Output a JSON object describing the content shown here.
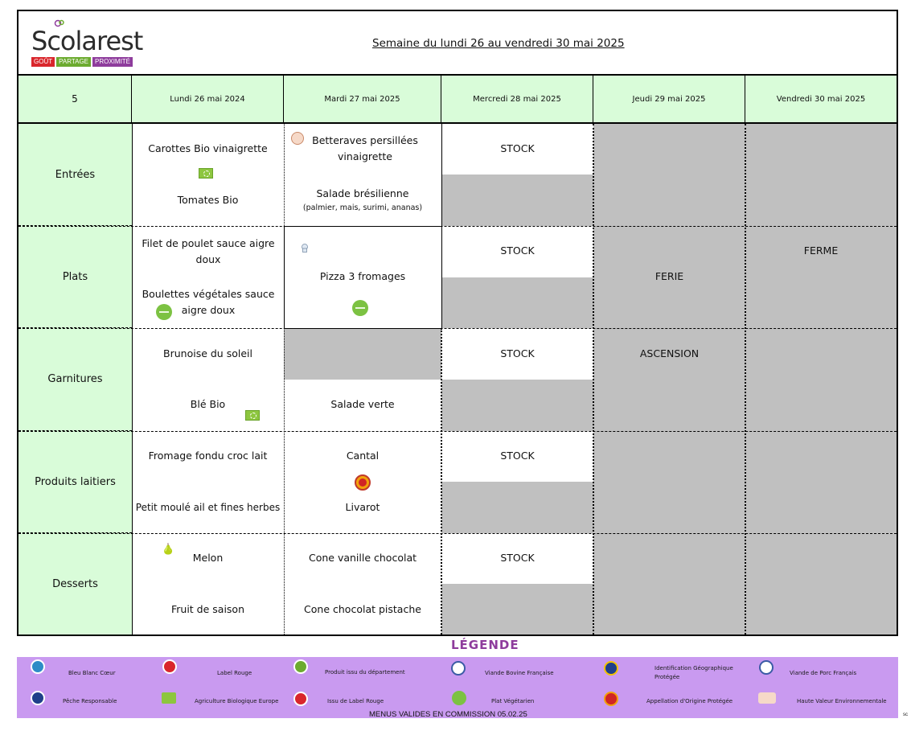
{
  "brand": {
    "name": "Scolarest",
    "tags": [
      "GOÛT",
      "PARTAGE",
      "PROXIMITÉ"
    ],
    "colors": {
      "gout": "#d9262c",
      "partage": "#6cab2f",
      "proximite": "#8e3c9c"
    }
  },
  "week_title": "Semaine du lundi 26 au vendredi 30 mai 2025",
  "grid": {
    "corner": "5",
    "days": [
      "Lundi 26 mai 2024",
      "Mardi 27 mai 2025",
      "Mercredi 28 mai 2025",
      "Jeudi 29 mai 2025",
      "Vendredi 30 mai 2025"
    ],
    "categories": [
      "Entrées",
      "Plats",
      "Garnitures",
      "Produits laitiers",
      "Desserts"
    ]
  },
  "menu": {
    "monday": {
      "entrees": [
        "Carottes Bio vinaigrette",
        "Tomates Bio"
      ],
      "plats": [
        "Filet de poulet sauce aigre doux",
        "Boulettes végétales sauce aigre doux"
      ],
      "garnitures": [
        "Brunoise du soleil",
        "Blé Bio"
      ],
      "laitiers": [
        "Fromage fondu croc lait",
        "Petit moulé ail et fines herbes"
      ],
      "desserts": [
        "Melon",
        "Fruit de saison"
      ]
    },
    "tuesday": {
      "entrees": [
        "Betteraves persillées vinaigrette",
        "Salade brésilienne",
        "(palmier, mais, surimi, ananas)"
      ],
      "plats": [
        "Pizza 3 fromages"
      ],
      "garnitures": [
        "Salade verte"
      ],
      "laitiers": [
        "Cantal",
        "Livarot"
      ],
      "desserts": [
        "Cone vanille chocolat",
        "Cone chocolat pistache"
      ]
    },
    "wednesday": {
      "stock_label": "STOCK"
    },
    "thursday": {
      "feriе_label": "FERIE",
      "ascension_label": "ASCENSION"
    },
    "friday": {
      "ferme_label": "FERME"
    }
  },
  "legend": {
    "title": "LÉGENDE",
    "items": [
      {
        "label": "Bleu Blanc Cœur",
        "icon": "bleu-blanc-coeur-icon"
      },
      {
        "label": "Label Rouge",
        "icon": "label-rouge-icon"
      },
      {
        "label": "Produit issu du département",
        "icon": "departement-icon"
      },
      {
        "label": "Viande Bovine Française",
        "icon": "viande-bovine-icon"
      },
      {
        "label": "Identification Géographique Protégée",
        "icon": "igp-icon"
      },
      {
        "label": "Viande de Porc Français",
        "icon": "porc-francais-icon"
      },
      {
        "label": "Pêche Responsable",
        "icon": "peche-responsable-icon"
      },
      {
        "label": "Agriculture Biologique Europe",
        "icon": "bio-europe-icon"
      },
      {
        "label": "Issu de Label Rouge",
        "icon": "issu-label-rouge-icon"
      },
      {
        "label": "Plat Végétarien",
        "icon": "vegetarien-icon"
      },
      {
        "label": "Appellation d'Origine Protégée",
        "icon": "aop-icon"
      },
      {
        "label": "Haute Valeur Environnementale",
        "icon": "hve-icon"
      }
    ]
  },
  "footer_note": "MENUS VALIDES EN COMMISSION 05.02.25",
  "edge_mark": "sc"
}
